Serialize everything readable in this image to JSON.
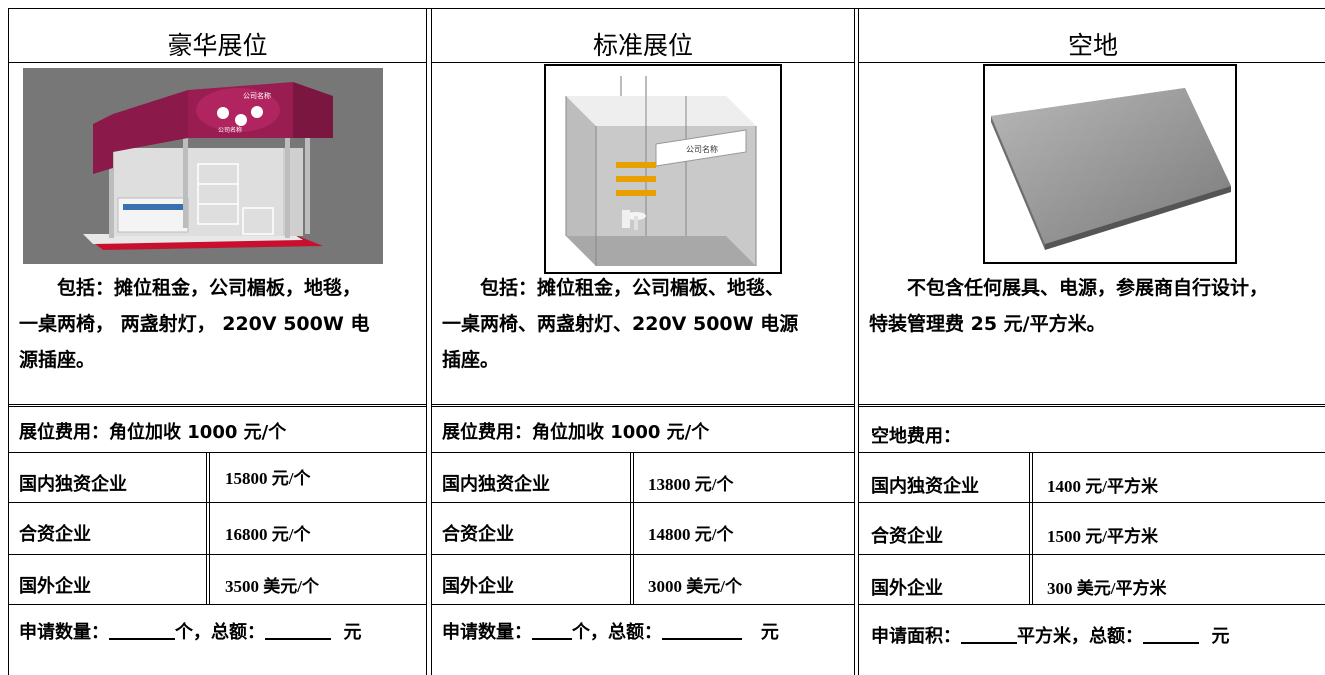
{
  "columns": [
    {
      "header": "豪华展位",
      "description_line1": "包括：摊位租金，公司楣板，地毯，",
      "description_line2": "一桌两椅， 两盏射灯，  220V 500W 电",
      "description_line3": "源插座。",
      "fee_label": "展位费用：角位加收 1000 元/个",
      "prices": [
        {
          "category": "国内独资企业",
          "price": "15800 元/个"
        },
        {
          "category": "合资企业",
          "price": "16800 元/个"
        },
        {
          "category": "国外企业",
          "price": "3500 美元/个"
        }
      ],
      "apply_prefix": "申请数量：",
      "apply_mid": "个，总额：",
      "apply_suffix": "元"
    },
    {
      "header": "标准展位",
      "description_line1": "包括：摊位租金，公司楣板、地毯、",
      "description_line2": "一桌两椅、两盏射灯、220V 500W 电源",
      "description_line3": "插座。",
      "fee_label": "展位费用：角位加收 1000 元/个",
      "prices": [
        {
          "category": "国内独资企业",
          "price": "13800 元/个"
        },
        {
          "category": "合资企业",
          "price": "14800 元/个"
        },
        {
          "category": "国外企业",
          "price": "3000 美元/个"
        }
      ],
      "apply_prefix": "申请数量：",
      "apply_mid": "个，总额：",
      "apply_suffix": "元"
    },
    {
      "header": "空地",
      "description_line1": "不包含任何展具、电源，参展商自行设计，",
      "description_line2": "特装管理费 25 元/平方米。",
      "description_line3": "",
      "fee_label": "空地费用：",
      "prices": [
        {
          "category": "国内独资企业",
          "price": "1400 元/平方米"
        },
        {
          "category": "合资企业",
          "price": "1500 元/平方米"
        },
        {
          "category": "国外企业",
          "price": "300 美元/平方米"
        }
      ],
      "apply_prefix": "申请面积：",
      "apply_mid": "平方米，总额：",
      "apply_suffix": "元"
    }
  ],
  "booth_sign": {
    "company_name": "公司名称",
    "company_name_small": "公司名称",
    "standard_sign": "公司名称"
  }
}
